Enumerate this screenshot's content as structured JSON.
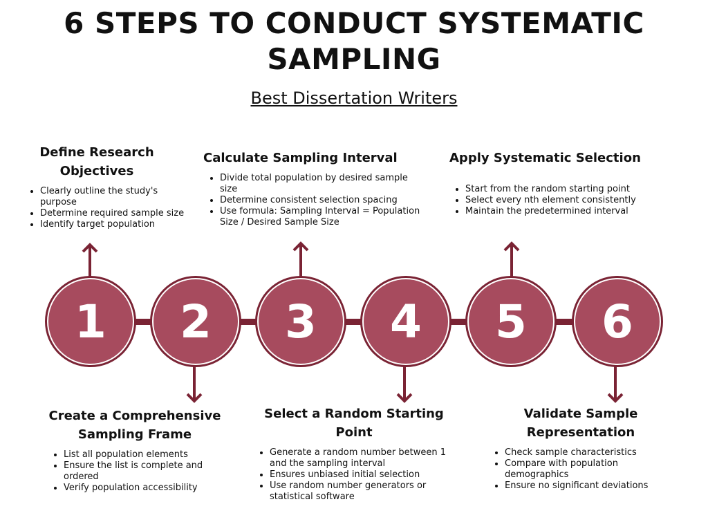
{
  "header": {
    "title": "6 STEPS TO CONDUCT SYSTEMATIC SAMPLING",
    "subtitle": "Best Dissertation Writers"
  },
  "colors": {
    "circle_fill": "#a74b5e",
    "accent": "#7a2334"
  },
  "steps": [
    {
      "number": "1",
      "title": "Define Research Objectives",
      "position": "top",
      "bullets": [
        "Clearly outline the study's purpose",
        "Determine required sample size",
        "Identify target population"
      ]
    },
    {
      "number": "2",
      "title": "Create a Comprehensive Sampling Frame",
      "position": "bottom",
      "bullets": [
        "List all population elements",
        "Ensure the list is complete and ordered",
        "Verify population accessibility"
      ]
    },
    {
      "number": "3",
      "title": "Calculate Sampling Interval",
      "position": "top",
      "bullets": [
        "Divide total population by desired sample size",
        "Determine consistent selection spacing",
        "Use formula: Sampling Interval = Population Size / Desired Sample Size"
      ]
    },
    {
      "number": "4",
      "title": "Select a Random Starting Point",
      "position": "bottom",
      "bullets": [
        "Generate a random number between 1 and the sampling interval",
        "Ensures unbiased initial selection",
        "Use random number generators or statistical software"
      ]
    },
    {
      "number": "5",
      "title": "Apply Systematic Selection",
      "position": "top",
      "bullets": [
        "Start from the random starting point",
        "Select every nth element consistently",
        "Maintain the predetermined interval"
      ]
    },
    {
      "number": "6",
      "title": "Validate Sample Representation",
      "position": "bottom",
      "bullets": [
        "Check sample characteristics",
        "Compare with population demographics",
        "Ensure no significant deviations"
      ]
    }
  ]
}
